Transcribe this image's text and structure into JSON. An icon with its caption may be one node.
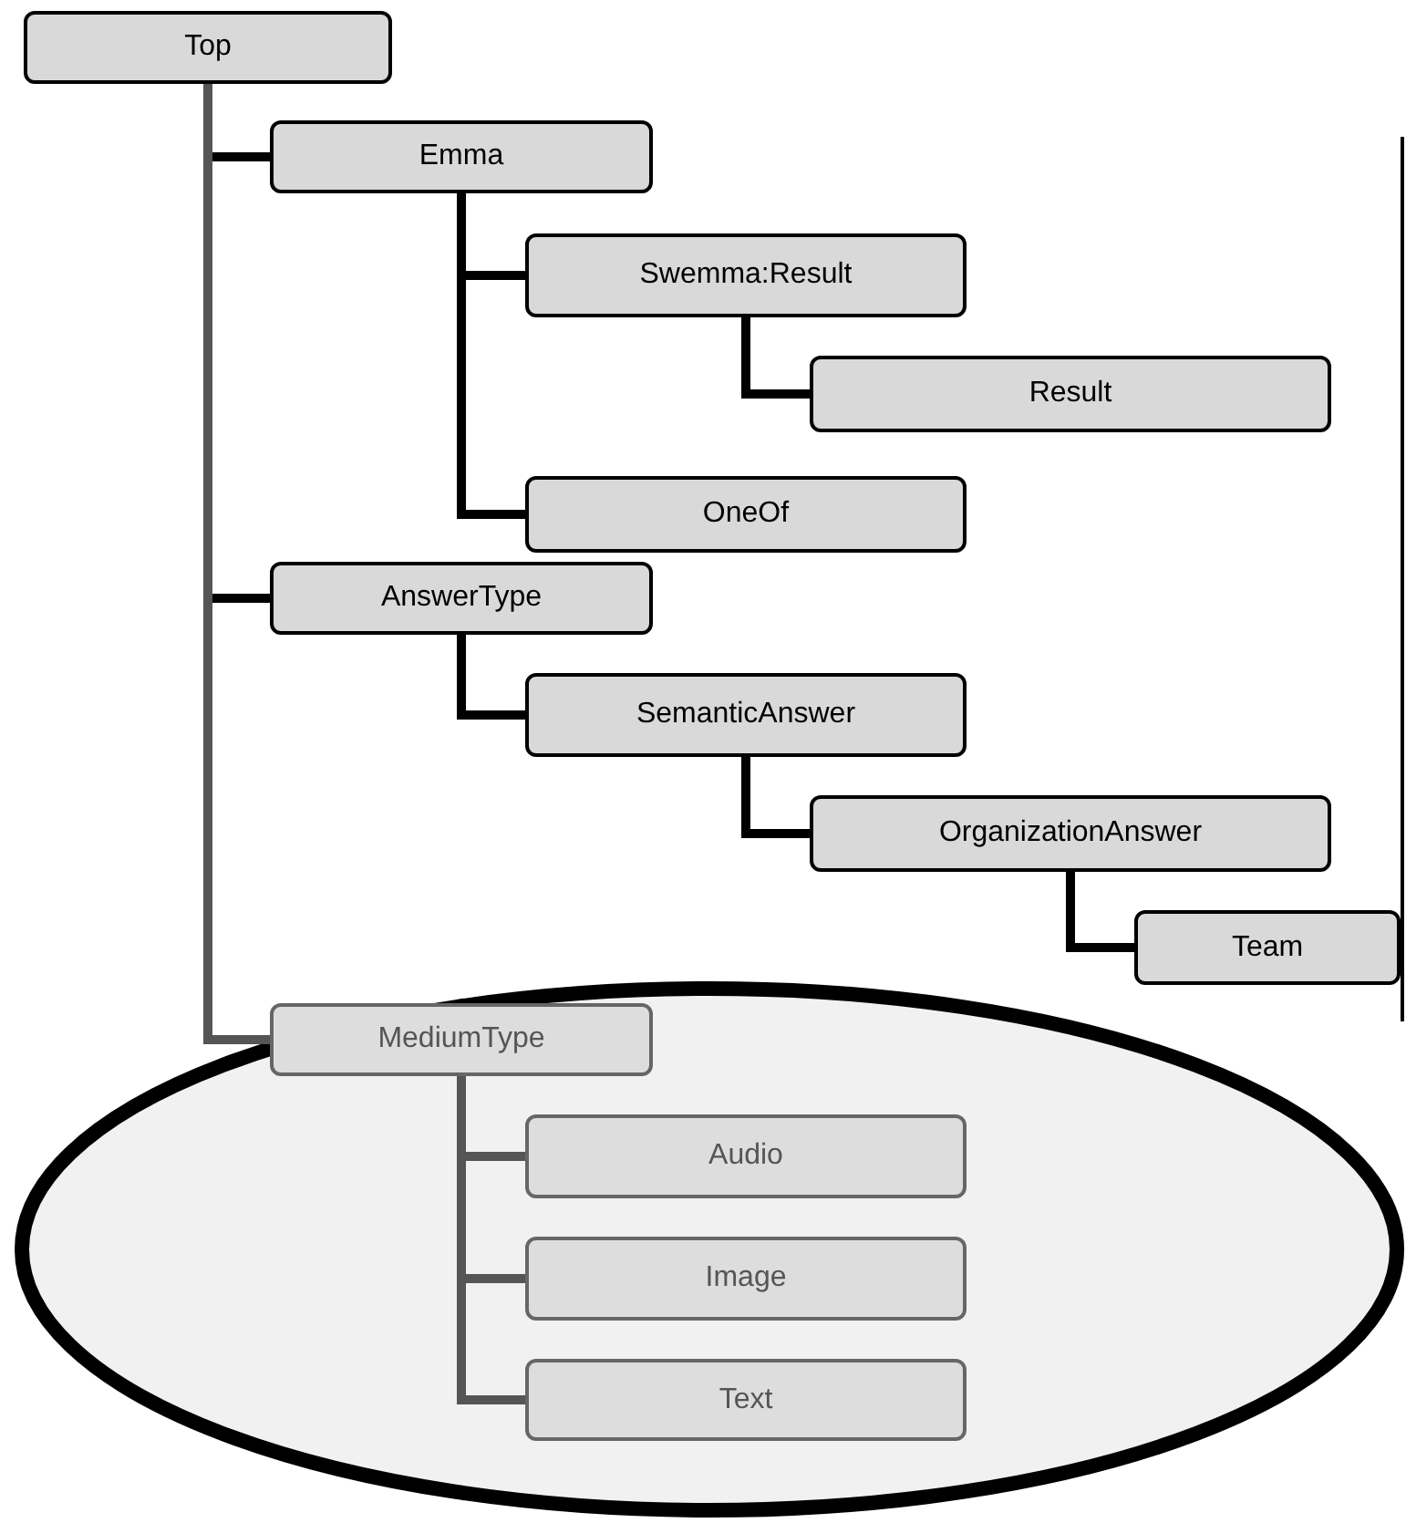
{
  "diagram": {
    "nodes": [
      {
        "text": [
          "Top"
        ]
      },
      {
        "text": [
          "Emma"
        ]
      },
      {
        "text": [
          "Swemma:Result"
        ]
      },
      {
        "text": [
          "Result"
        ]
      },
      {
        "text": [
          "OneOf"
        ]
      },
      {
        "text": [
          "AnswerType"
        ]
      },
      {
        "text": [
          "SemanticAnswer"
        ]
      },
      {
        "text": [
          "OrganizationAnswer"
        ]
      },
      {
        "text": [
          "Team"
        ]
      },
      {
        "text": [],
        "shape": "ellipse"
      },
      {
        "text": [
          "MediumType"
        ],
        "in": 9
      },
      {
        "text": [
          "Audio"
        ],
        "in": 9
      },
      {
        "text": [
          "Image"
        ],
        "in": 9
      },
      {
        "text": [
          "Text"
        ],
        "in": 9
      }
    ],
    "edges": [
      {
        "from": 0,
        "to": 1,
        "arrow": "none"
      },
      {
        "from": 1,
        "to": 2,
        "arrow": "none"
      },
      {
        "from": 2,
        "to": 3,
        "arrow": "none"
      },
      {
        "from": 1,
        "to": 4,
        "arrow": "none"
      },
      {
        "from": 0,
        "to": 5,
        "arrow": "none"
      },
      {
        "from": 5,
        "to": 6,
        "arrow": "none"
      },
      {
        "from": 6,
        "to": 7,
        "arrow": "none"
      },
      {
        "from": 7,
        "to": 8,
        "arrow": "none"
      },
      {
        "from": 0,
        "to": 10,
        "arrow": "none",
        "color": "#555555"
      },
      {
        "from": 10,
        "to": 11,
        "arrow": "none",
        "color": "#555555"
      },
      {
        "from": 10,
        "to": 12,
        "arrow": "none",
        "color": "#555555"
      },
      {
        "from": 10,
        "to": 13,
        "arrow": "none",
        "color": "#555555"
      }
    ]
  }
}
